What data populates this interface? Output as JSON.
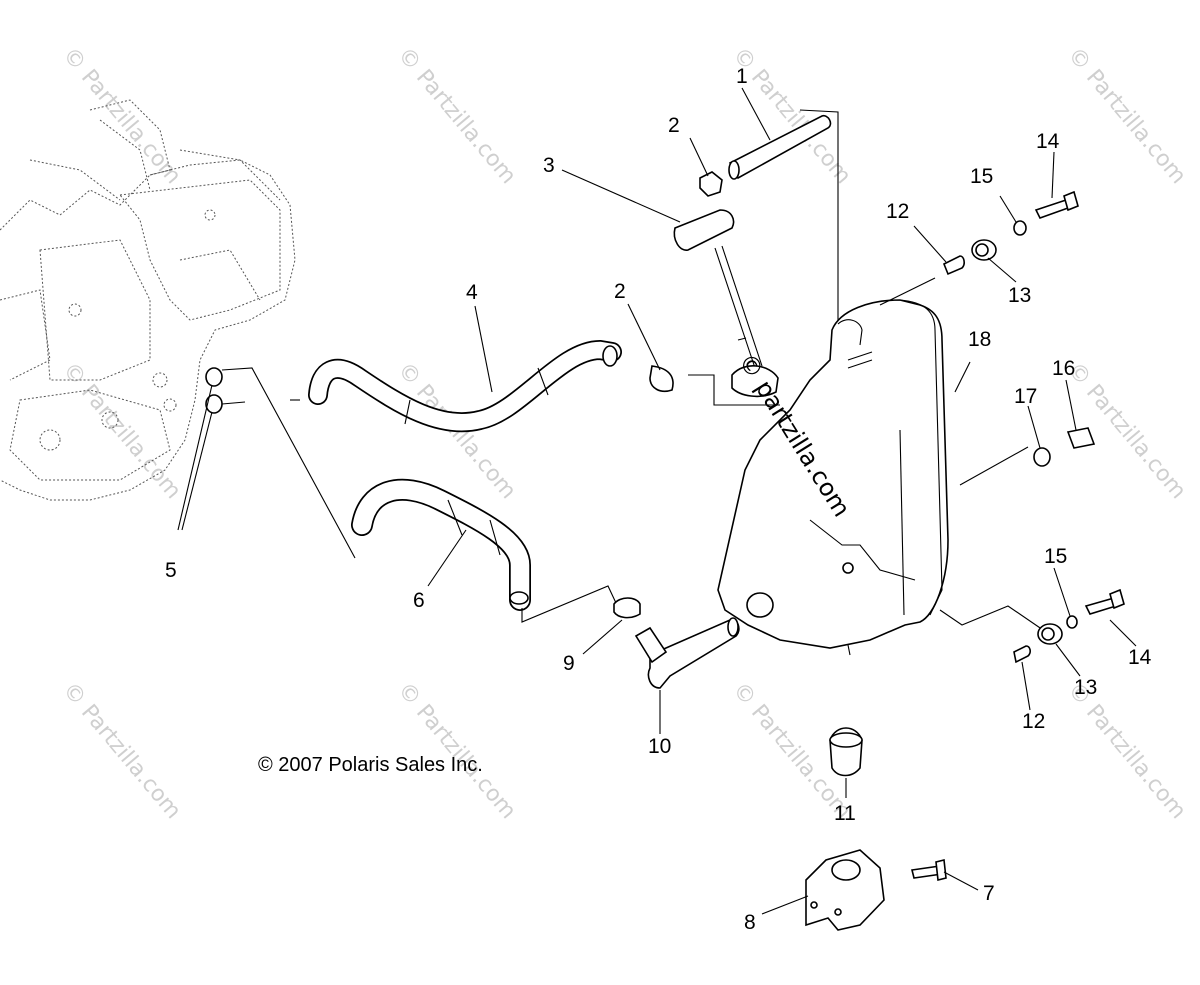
{
  "diagram": {
    "copyright": "© 2007 Polaris Sales Inc.",
    "watermark": "© Partzilla.com",
    "watermark_center": "© partzilla.com",
    "callouts": [
      "1",
      "2",
      "2",
      "3",
      "4",
      "5",
      "6",
      "7",
      "8",
      "9",
      "10",
      "11",
      "12",
      "12",
      "13",
      "13",
      "14",
      "14",
      "15",
      "15",
      "16",
      "17",
      "18"
    ]
  }
}
